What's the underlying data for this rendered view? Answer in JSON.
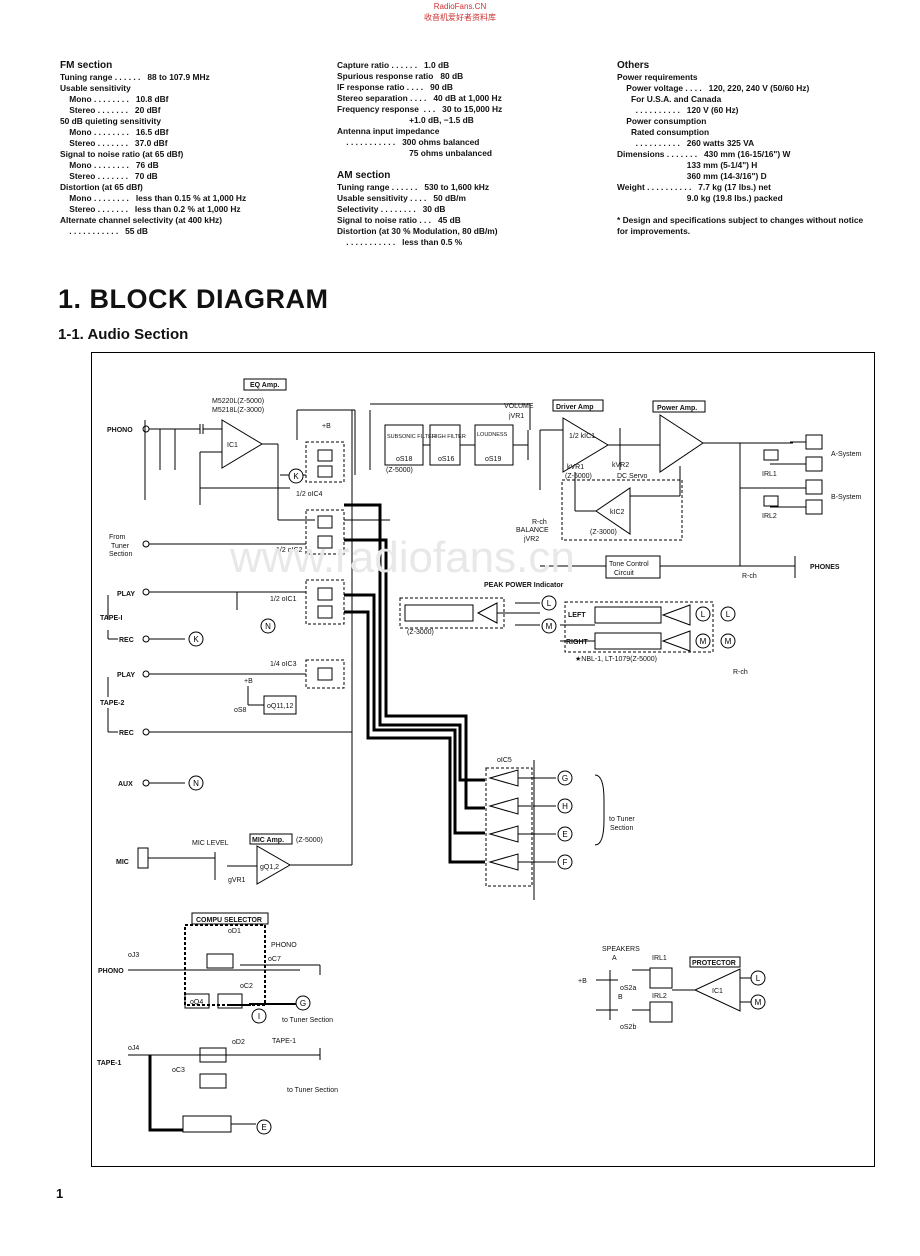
{
  "watermark": {
    "line1": "RadioFans.CN",
    "line2": "收音机爱好者资料库",
    "center": "www.radiofans.cn"
  },
  "specs": {
    "col1": [
      {
        "text": "FM section",
        "hdr": true
      },
      {
        "text": "Tuning range . . . . . .   88 to 107.9 MHz"
      },
      {
        "text": "Usable sensitivity"
      },
      {
        "text": "    Mono . . . . . . . .   10.8 dBf"
      },
      {
        "text": "    Stereo . . . . . . .   20 dBf"
      },
      {
        "text": "50 dB quieting sensitivity"
      },
      {
        "text": "    Mono . . . . . . . .   16.5 dBf"
      },
      {
        "text": "    Stereo . . . . . . .   37.0 dBf"
      },
      {
        "text": "Signal to noise ratio (at 65 dBf)"
      },
      {
        "text": "    Mono . . . . . . . .   76 dB"
      },
      {
        "text": "    Stereo . . . . . . .   70 dB"
      },
      {
        "text": "Distortion (at 65 dBf)"
      },
      {
        "text": "    Mono . . . . . . . .   less than 0.15 % at 1,000 Hz"
      },
      {
        "text": "    Stereo . . . . . . .   less than 0.2 % at 1,000 Hz"
      },
      {
        "text": "Alternate channel selectivity (at 400 kHz)"
      },
      {
        "text": "    . . . . . . . . . . .   55 dB"
      }
    ],
    "col2": [
      {
        "text": "Capture ratio . . . . . .   1.0 dB"
      },
      {
        "text": "Spurious response ratio   80 dB"
      },
      {
        "text": "IF response ratio . . . .   90 dB"
      },
      {
        "text": "Stereo separation . . . .   40 dB at 1,000 Hz"
      },
      {
        "text": "Frequency response  . . .   30 to 15,000 Hz"
      },
      {
        "text": "                               +1.0 dB, −1.5 dB"
      },
      {
        "text": "Antenna input impedance"
      },
      {
        "text": "    . . . . . . . . . . .   300 ohms balanced"
      },
      {
        "text": "                               75 ohms unbalanced"
      },
      {
        "text": " "
      },
      {
        "text": "AM section",
        "hdr": true
      },
      {
        "text": "Tuning range . . . . . .   530 to 1,600 kHz"
      },
      {
        "text": "Usable sensitivity . . . .   50 dB/m"
      },
      {
        "text": "Selectivity . . . . . . . .   30 dB"
      },
      {
        "text": "Signal to noise ratio . . .   45 dB"
      },
      {
        "text": "Distortion (at 30 % Modulation, 80 dB/m)"
      },
      {
        "text": "    . . . . . . . . . . .   less than 0.5 %"
      }
    ],
    "col3": [
      {
        "text": "Others",
        "hdr": true
      },
      {
        "text": "Power requirements"
      },
      {
        "text": "    Power voltage . . . .   120, 220, 240 V (50/60 Hz)"
      },
      {
        "text": "      For U.S.A. and Canada"
      },
      {
        "text": "        . . . . . . . . . .   120 V (60 Hz)"
      },
      {
        "text": "    Power consumption"
      },
      {
        "text": "      Rated consumption"
      },
      {
        "text": "        . . . . . . . . . .   260 watts 325 VA"
      },
      {
        "text": "Dimensions . . . . . . .   430 mm (16-15/16\") W"
      },
      {
        "text": "                              133 mm (5-1/4\") H"
      },
      {
        "text": "                              360 mm (14-3/16\") D"
      },
      {
        "text": "Weight . . . . . . . . . .   7.7 kg (17 lbs.) net"
      },
      {
        "text": "                              9.0 kg (19.8 lbs.) packed"
      },
      {
        "text": " "
      },
      {
        "text": "*   Design and specifications subject to changes without notice for improvements.",
        "note": true
      }
    ]
  },
  "heading": "1.  BLOCK DIAGRAM",
  "subheading": "1-1.  Audio Section",
  "page_number": "1",
  "diagram": {
    "labels": {
      "eq_amp": "EQ Amp.",
      "eq_parts1": "M5220L(Z-5000)",
      "eq_parts2": "M5218L(Z-3000)",
      "phono": "PHONO",
      "ic1": "IC1",
      "plus_b": "+B",
      "ic4": "1/2 oIC4",
      "ic2": "1/2 oIC2",
      "ic1b": "1/2 oIC1",
      "ic3": "1/4 oIC3",
      "from_tuner": "From",
      "tuner": "Tuner",
      "section": "Section",
      "play1": "PLAY",
      "tape1": "TAPE-I",
      "rec1": "REC",
      "play2": "PLAY",
      "tape2": "TAPE-2",
      "rec2": "REC",
      "os8": "oS8",
      "oq": "oQ11,12",
      "aux": "AUX",
      "mic": "MIC",
      "mic_level": "MIC LEVEL",
      "mic_amp": "MIC Amp.",
      "z5000": "(Z-5000)",
      "gvr": "gVR1",
      "gq": "gQ1,2",
      "subsonic": "SUBSONIC FILTER",
      "os18": "oS18",
      "z5000b": "(Z-5000)",
      "high_filter": "HIGH FILTER",
      "os16": "oS16",
      "loudness": "LOUDNESS",
      "os19": "oS19",
      "volume": "VOLUME",
      "jvr1": "jVR1",
      "driver_amp": "Driver Amp",
      "half_kic1": "1/2 kIC1",
      "kvr1": "kVR1",
      "z5000c": "(Z-5000)",
      "kvr2": "kVR2",
      "power_amp": "Power Amp.",
      "dc_servo": "DC Servo",
      "kic2": "kIC2",
      "z3000": "(Z-3000)",
      "rch": "R-ch",
      "balance": "BALANCE",
      "jvr2": "jVR2",
      "tone": "Tone Control",
      "circuit": "Circuit",
      "a_system": "A-System",
      "b_system": "B-System",
      "irl1": "IRL1",
      "irl2": "IRL2",
      "phones": "PHONES",
      "rch2": "R-ch",
      "peak": "PEAK POWER Indicator",
      "z3000b": "(Z-3000)",
      "left": "LEFT",
      "right": "RIGHT",
      "nbl": "★NBL-1, LT-1079(Z-5000)",
      "rch3": "R-ch",
      "oic5": "oIC5",
      "to_tuner": "to Tuner",
      "section2": "Section",
      "compu": "COMPU SELECTOR",
      "od1": "oD1",
      "oj3": "oJ3",
      "phono2": "PHONO",
      "phono3": "PHONO",
      "oc7": "oC7",
      "oc2": "oC2",
      "oq4": "oQ4",
      "to_tuner2": "to Tuner Section",
      "oj4": "oJ4",
      "od2": "oD2",
      "tape1b": "TAPE-1",
      "tape1c": "TAPE-1",
      "oc3": "oC3",
      "to_tuner3": "to Tuner Section",
      "speakers": "SPEAKERS",
      "a": "A",
      "b": "B",
      "plus_b2": "+B",
      "os2a": "oS2a",
      "os2b": "oS2b",
      "irl1b": "IRL1",
      "irl2b": "IRL2",
      "protector": "PROTECTOR",
      "ic1c": "IC1"
    },
    "connectors": [
      "K",
      "N",
      "K",
      "N",
      "L",
      "M",
      "L",
      "M",
      "G",
      "H",
      "E",
      "F",
      "G",
      "I",
      "E",
      "L",
      "M"
    ]
  }
}
